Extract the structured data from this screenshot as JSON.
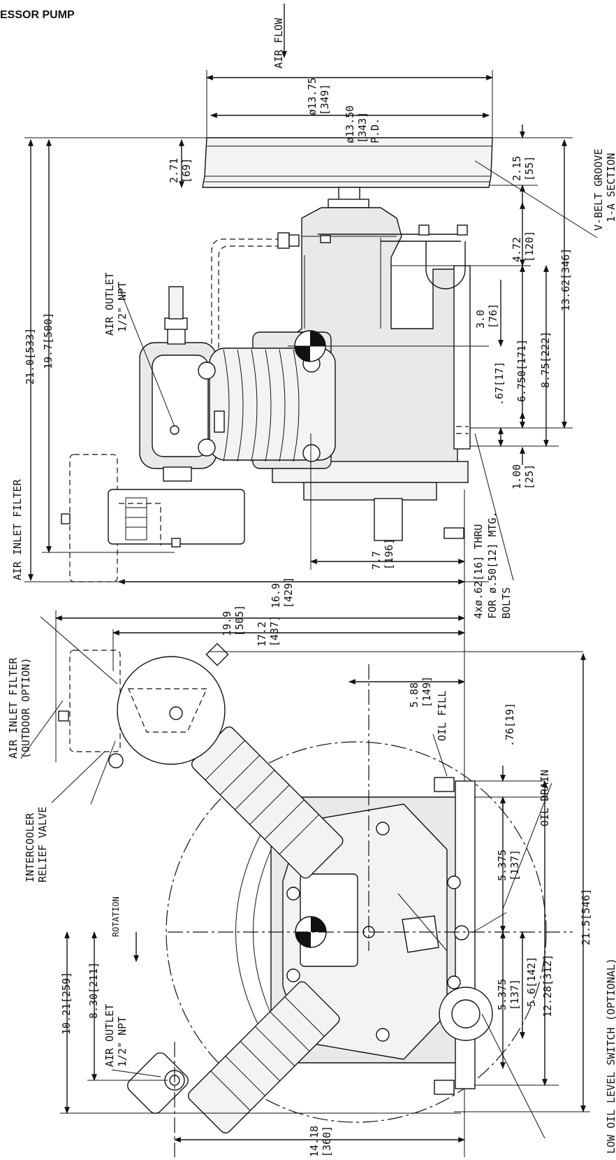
{
  "title": "ESSOR PUMP",
  "labels": {
    "air_flow": "AIR FLOW",
    "dia_13_75": "ø13.75",
    "mm_349": "[349]",
    "dia_13_50": "ø13.50",
    "mm_343": "[343]",
    "pd": "P.D.",
    "v_belt_groove": "V-BELT GROOVE",
    "one_a_section": "1-A SECTION",
    "dim_2_71": "2.71",
    "mm_69": "[69]",
    "dim_2_15": "2.15",
    "mm_55": "[55]",
    "dim_4_72": "4.72",
    "mm_120": "[120]",
    "dim_13_62": "13.62[346]",
    "dim_3_0": "3.0",
    "mm_76": "[76]",
    "dim_6_750": "6.750[171]",
    "dim_8_75": "8.75[222]",
    "dim_0_67": ".67[17]",
    "dim_1_00": "1.00",
    "mm_25": "[25]",
    "dim_21_0": "21.0[533]",
    "dim_19_7": "19.7[500]",
    "air_outlet_top": "AIR OUTLET",
    "npt_top": "1/2\" NPT",
    "air_inlet_filter_side": "AIR INLET FILTER",
    "dim_7_7": "7.7",
    "mm_196": "[196]",
    "dim_16_9": "16.9",
    "mm_429": "[429]",
    "bolt_line_1": "4xø.62[16] THRU",
    "bolt_line_2": "FOR ø.50[12] MTG.",
    "bolt_line_3": "BOLTS",
    "dim_19_9": "19.9",
    "mm_505": "[505]",
    "dim_17_2": "17.2",
    "mm_437": "[437]",
    "air_inlet_filter_top": "AIR INLET FILTER",
    "outdoor_option": "(OUTDOOR OPTION)",
    "intercooler": "INTERCOOLER",
    "relief_valve": "RELIEF VALVE",
    "rotation": "ROTATION",
    "dim_5_88": "5.88",
    "mm_149": "[149]",
    "oil_fill": "OIL FILL",
    "dim_0_76": ".76[19]",
    "oil_drain": "OIL DRAIN",
    "dim_5_375_a": "5.375",
    "mm_137_a": "[137]",
    "dim_5_375_b": "5.375",
    "mm_137_b": "[137]",
    "dim_5_6": "5.6[142]",
    "dim_12_28": "12.28[312]",
    "dim_21_5": "21.5[546]",
    "low_oil_switch": "LOW OIL LEVEL SWITCH (OPTIONAL)",
    "dim_10_21": "10.21[259]",
    "dim_8_30": "8.30[211]",
    "air_outlet_bottom": "AIR OUTLET",
    "npt_bottom": "1/2\" NPT",
    "dim_14_18": "14.18",
    "mm_360": "[360]"
  }
}
